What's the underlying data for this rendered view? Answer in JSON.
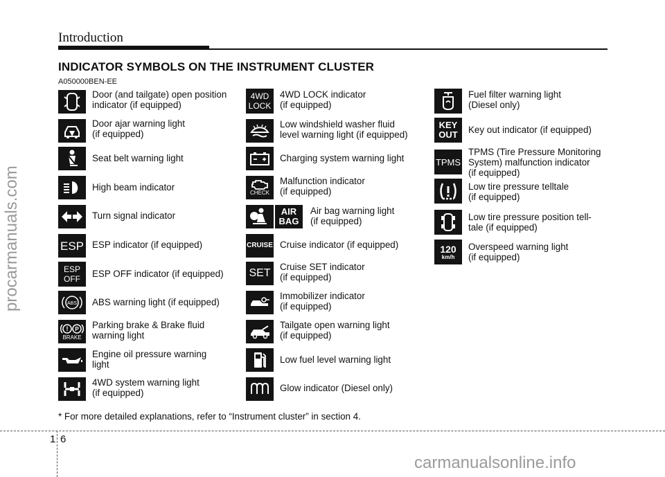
{
  "header": {
    "title": "Introduction"
  },
  "section_title": "INDICATOR SYMBOLS ON THE INSTRUMENT CLUSTER",
  "code": "A050000BEN-EE",
  "icon_color": "#141414",
  "col1": [
    {
      "icon": "door-open-icon",
      "label": "Door (and tailgate) open position\nindicator (if equipped)"
    },
    {
      "icon": "door-ajar-icon",
      "label": "Door ajar warning light\n(if equipped)"
    },
    {
      "icon": "seat-belt-icon",
      "label": "Seat belt warning light"
    },
    {
      "icon": "high-beam-icon",
      "label": "High beam indicator"
    },
    {
      "icon": "turn-signal-icon",
      "label": "Turn signal indicator"
    },
    {
      "icon": "esp-icon",
      "icon_text": "ESP",
      "label": "ESP indicator (if equipped)"
    },
    {
      "icon": "esp-off-icon",
      "icon_text": "ESP\nOFF",
      "label": "ESP OFF indicator (if equipped)"
    },
    {
      "icon": "abs-icon",
      "icon_text": "ABS",
      "label": "ABS warning light (if equipped)"
    },
    {
      "icon": "parking-brake-icon",
      "icon_text": "BRAKE",
      "label": "Parking brake & Brake fluid\nwarning light"
    },
    {
      "icon": "oil-pressure-icon",
      "label": "Engine oil pressure warning\nlight"
    },
    {
      "icon": "4wd-system-icon",
      "label": "4WD system warning light\n(if equipped)"
    }
  ],
  "col2": [
    {
      "icon": "4wd-lock-icon",
      "icon_text": "4WD\nLOCK",
      "label": "4WD LOCK indicator\n(if equipped)"
    },
    {
      "icon": "washer-fluid-icon",
      "label": "Low windshield washer fluid\nlevel warning light (if equipped)"
    },
    {
      "icon": "battery-icon",
      "label": "Charging system warning light"
    },
    {
      "icon": "check-engine-icon",
      "icon_text": "CHECK",
      "label": "Malfunction indicator\n(if equipped)"
    },
    {
      "icon": "airbag-icon",
      "icon_text": "AIR\nBAG",
      "label": "Air bag warning light\n(if equipped)"
    },
    {
      "icon": "cruise-icon",
      "icon_text": "CRUISE",
      "label": "Cruise indicator (if equipped)"
    },
    {
      "icon": "cruise-set-icon",
      "icon_text": "SET",
      "label": "Cruise SET indicator\n(if equipped)"
    },
    {
      "icon": "immobilizer-icon",
      "label": "Immobilizer indicator\n(if equipped)"
    },
    {
      "icon": "tailgate-open-icon",
      "label": "Tailgate open warning light\n(if equipped)"
    },
    {
      "icon": "low-fuel-icon",
      "label": "Low fuel level warning light"
    },
    {
      "icon": "glow-plug-icon",
      "label": "Glow indicator (Diesel only)"
    }
  ],
  "col3": [
    {
      "icon": "fuel-filter-icon",
      "label": "Fuel filter warning light\n(Diesel only)"
    },
    {
      "icon": "key-out-icon",
      "icon_text": "KEY\nOUT",
      "label": "Key out indicator (if equipped)"
    },
    {
      "icon": "tpms-icon",
      "icon_text": "TPMS",
      "label": "TPMS (Tire Pressure Monitoring\nSystem) malfunction indicator\n(if equipped)"
    },
    {
      "icon": "low-tire-pressure-icon",
      "label": "Low tire pressure telltale\n(if equipped)"
    },
    {
      "icon": "tire-position-icon",
      "label": "Low tire pressure position tell-\ntale (if equipped)"
    },
    {
      "icon": "overspeed-icon",
      "icon_text": "120",
      "icon_sub": "km/h",
      "label": "Overspeed warning light\n(if equipped)"
    }
  ],
  "footnote": "* For more detailed explanations, refer to “Instrument cluster” in section 4.",
  "page": {
    "chapter": "1",
    "number": "6"
  },
  "watermarks": {
    "side": "procarmanuals.com",
    "bottom": "carmanualsonline.info"
  }
}
